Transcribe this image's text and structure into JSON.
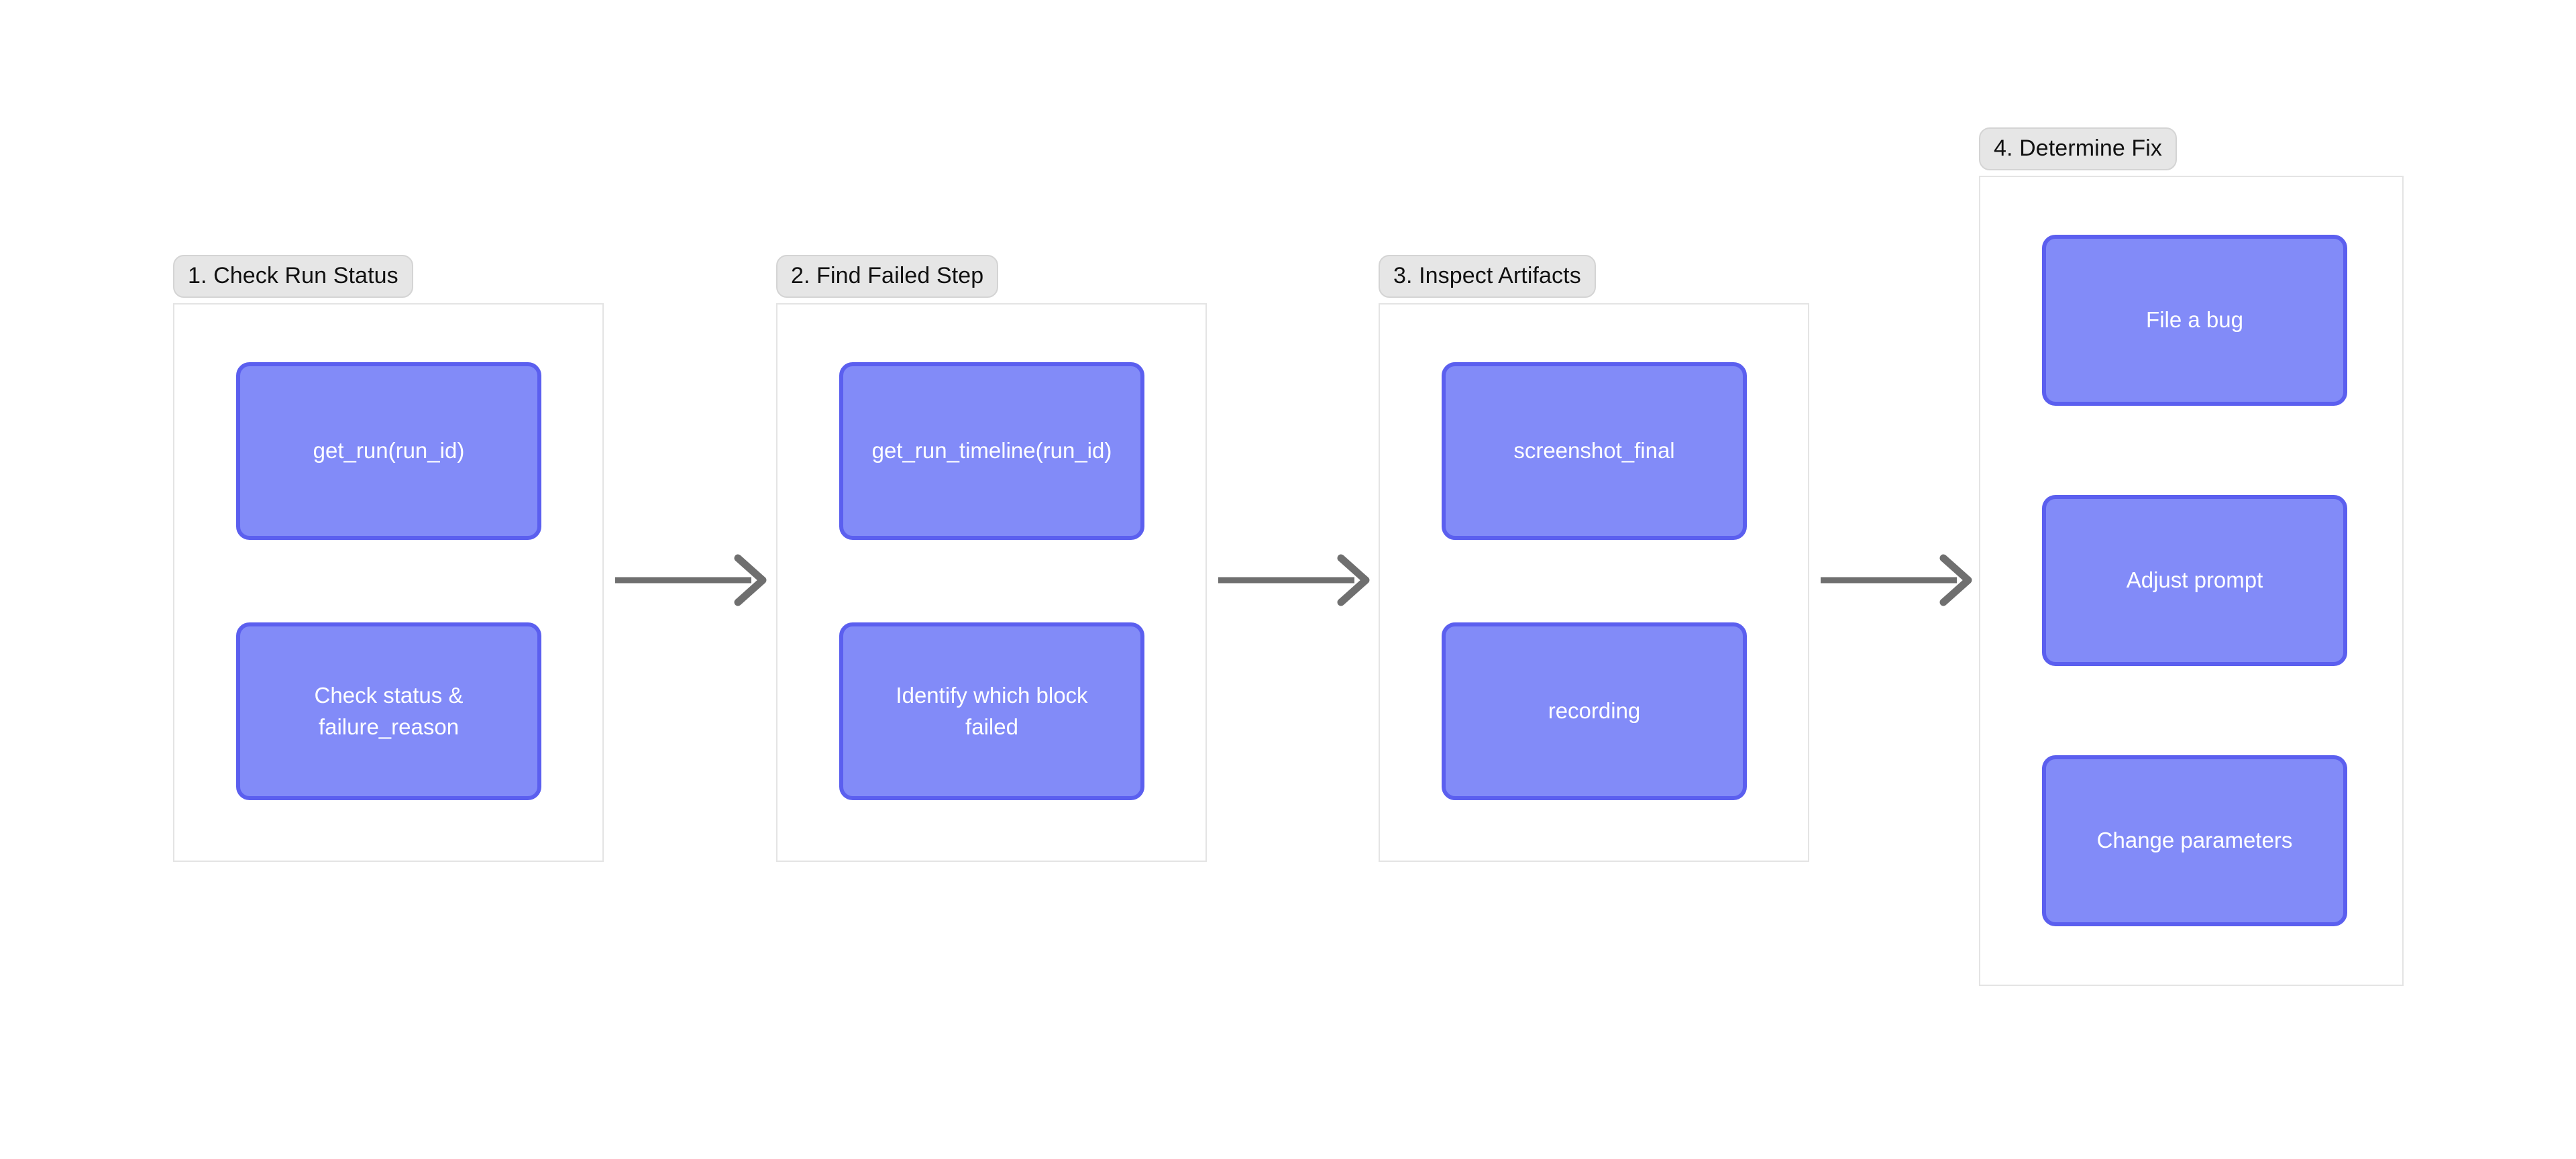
{
  "diagram": {
    "title_present": false,
    "background_color": "#ffffff",
    "node_fill_color": "#828bf8",
    "node_border_color": "#5b5fef",
    "node_text_color": "#ffffff",
    "group_label_bg_color": "#e6e6e6",
    "group_label_border_color": "#d4d4d4",
    "group_box_border_color": "#e4e4e4",
    "arrow_color": "#6f6f6f",
    "flow_direction": "left-to-right"
  },
  "groups": [
    {
      "id": "check-run-status",
      "label": "1. Check Run Status",
      "nodes": [
        {
          "id": "get-run",
          "label": "get_run(run_id)"
        },
        {
          "id": "check-status",
          "label": "Check status &\nfailure_reason"
        }
      ]
    },
    {
      "id": "find-failed-step",
      "label": "2. Find Failed Step",
      "nodes": [
        {
          "id": "get-run-timeline",
          "label": "get_run_timeline(run_id)"
        },
        {
          "id": "identify-block",
          "label": "Identify which block\nfailed"
        }
      ]
    },
    {
      "id": "inspect-artifacts",
      "label": "3. Inspect Artifacts",
      "nodes": [
        {
          "id": "screenshot-final",
          "label": "screenshot_final"
        },
        {
          "id": "recording",
          "label": "recording"
        }
      ]
    },
    {
      "id": "determine-fix",
      "label": "4. Determine Fix",
      "nodes": [
        {
          "id": "file-a-bug",
          "label": "File a bug"
        },
        {
          "id": "adjust-prompt",
          "label": "Adjust prompt"
        },
        {
          "id": "change-parameters",
          "label": "Change parameters"
        }
      ]
    }
  ],
  "connectors": [
    {
      "id": "arrow-1-2",
      "from": "check-run-status",
      "to": "find-failed-step",
      "icon": "arrow-right-icon"
    },
    {
      "id": "arrow-2-3",
      "from": "find-failed-step",
      "to": "inspect-artifacts",
      "icon": "arrow-right-icon"
    },
    {
      "id": "arrow-3-4",
      "from": "inspect-artifacts",
      "to": "determine-fix",
      "icon": "arrow-right-icon"
    }
  ]
}
